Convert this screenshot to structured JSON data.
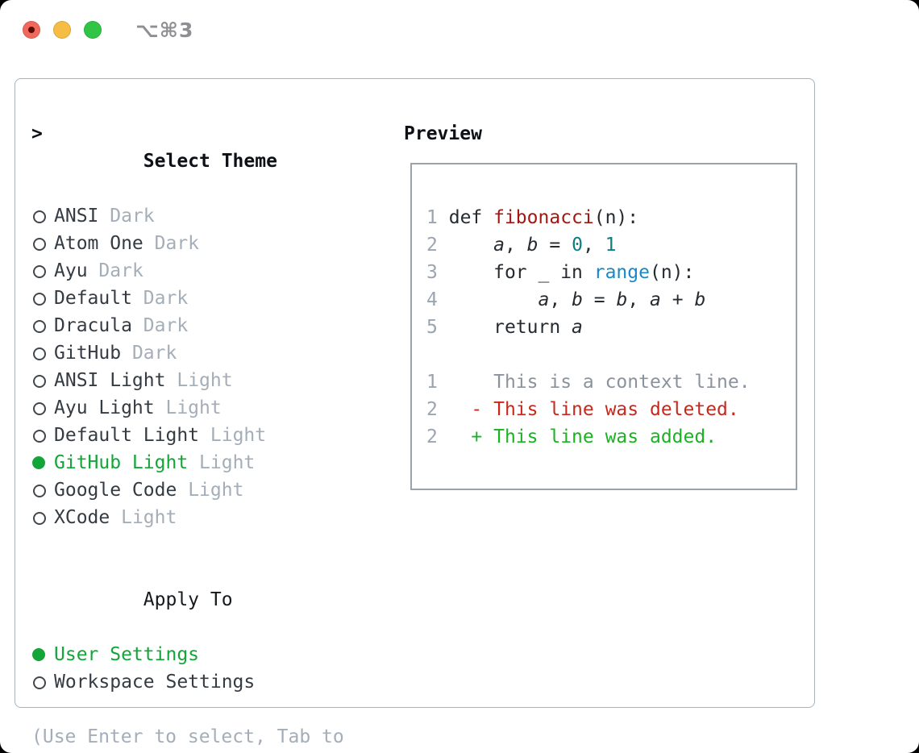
{
  "window": {
    "title_shortcut": "⌥⌘3"
  },
  "colors": {
    "selected_green": "#13a538",
    "added_green": "#1bb224",
    "deleted_red": "#c7281c",
    "function_red": "#a31712",
    "number_teal": "#0e7c82",
    "call_blue": "#1789c9",
    "text_dark": "#343b42",
    "header_black": "#0d1116",
    "muted_gray": "#a4aeb9",
    "line_number_gray": "#9aa5b1",
    "context_gray": "#8a939d",
    "border_gray": "#a9b1ba",
    "traffic_red": "#f1695d",
    "traffic_yellow": "#f6bd45",
    "traffic_green": "#30c546",
    "title_gray": "#8e8e93"
  },
  "theme_selector": {
    "prompt": ">",
    "header": "Select Theme",
    "themes": [
      {
        "name": "ANSI",
        "variant": "Dark",
        "selected": false
      },
      {
        "name": "Atom One",
        "variant": "Dark",
        "selected": false
      },
      {
        "name": "Ayu",
        "variant": "Dark",
        "selected": false
      },
      {
        "name": "Default",
        "variant": "Dark",
        "selected": false
      },
      {
        "name": "Dracula",
        "variant": "Dark",
        "selected": false
      },
      {
        "name": "GitHub",
        "variant": "Dark",
        "selected": false
      },
      {
        "name": "ANSI Light",
        "variant": "Light",
        "selected": false
      },
      {
        "name": "Ayu Light",
        "variant": "Light",
        "selected": false
      },
      {
        "name": "Default Light",
        "variant": "Light",
        "selected": false
      },
      {
        "name": "GitHub Light",
        "variant": "Light",
        "selected": true
      },
      {
        "name": "Google Code",
        "variant": "Light",
        "selected": false
      },
      {
        "name": "XCode",
        "variant": "Light",
        "selected": false
      }
    ]
  },
  "apply_to": {
    "header": "Apply To",
    "options": [
      {
        "label": "User Settings",
        "selected": true
      },
      {
        "label": "Workspace Settings",
        "selected": false
      }
    ]
  },
  "help_text": "(Use Enter to select, Tab to change focus)",
  "preview": {
    "header": "Preview",
    "lines": [
      {
        "num": "1",
        "segments": [
          {
            "text": "def ",
            "style": "plain"
          },
          {
            "text": "fibonacci",
            "style": "func"
          },
          {
            "text": "(n):",
            "style": "plain"
          }
        ]
      },
      {
        "num": "2",
        "segments": [
          {
            "text": "    ",
            "style": "plain"
          },
          {
            "text": "a",
            "style": "var"
          },
          {
            "text": ", ",
            "style": "plain"
          },
          {
            "text": "b",
            "style": "var"
          },
          {
            "text": " = ",
            "style": "plain"
          },
          {
            "text": "0",
            "style": "num"
          },
          {
            "text": ", ",
            "style": "plain"
          },
          {
            "text": "1",
            "style": "num"
          }
        ]
      },
      {
        "num": "3",
        "segments": [
          {
            "text": "    for _ in ",
            "style": "plain"
          },
          {
            "text": "range",
            "style": "call"
          },
          {
            "text": "(n):",
            "style": "plain"
          }
        ]
      },
      {
        "num": "4",
        "segments": [
          {
            "text": "        ",
            "style": "plain"
          },
          {
            "text": "a",
            "style": "var"
          },
          {
            "text": ", ",
            "style": "plain"
          },
          {
            "text": "b",
            "style": "var"
          },
          {
            "text": " = ",
            "style": "plain"
          },
          {
            "text": "b",
            "style": "var"
          },
          {
            "text": ", ",
            "style": "plain"
          },
          {
            "text": "a",
            "style": "var"
          },
          {
            "text": " + ",
            "style": "plain"
          },
          {
            "text": "b",
            "style": "var"
          }
        ]
      },
      {
        "num": "5",
        "segments": [
          {
            "text": "    return ",
            "style": "plain"
          },
          {
            "text": "a",
            "style": "var"
          }
        ]
      },
      {
        "num": "",
        "segments": []
      },
      {
        "num": "1",
        "segments": [
          {
            "text": "    This is a context line.",
            "style": "ctx"
          }
        ]
      },
      {
        "num": "2",
        "segments": [
          {
            "text": "  - This line was deleted.",
            "style": "del"
          }
        ]
      },
      {
        "num": "2",
        "segments": [
          {
            "text": "  + This line was added.",
            "style": "add"
          }
        ]
      }
    ]
  }
}
